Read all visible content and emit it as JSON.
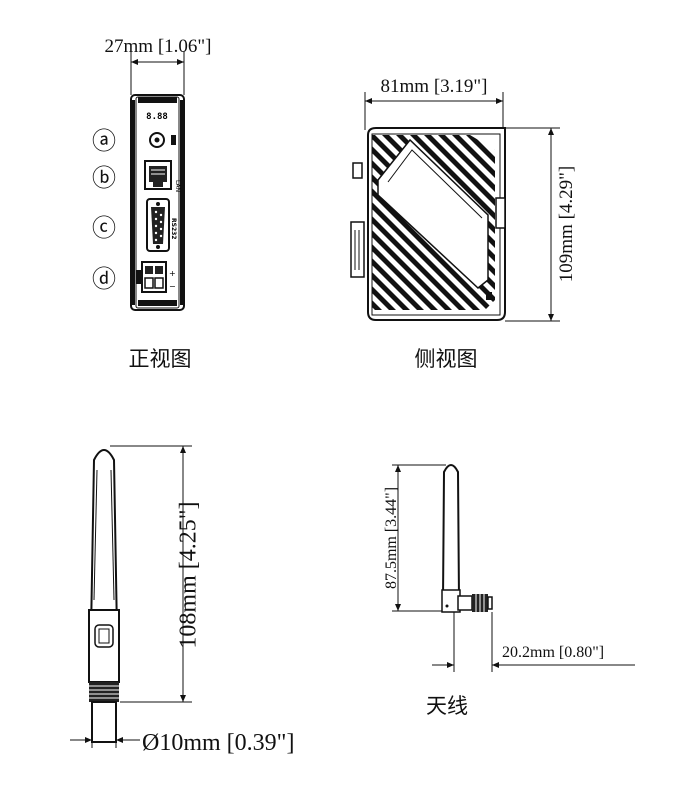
{
  "front_view": {
    "width_dim": "27mm [1.06\"]",
    "caption": "正视图",
    "callouts": [
      "ⓐ",
      "ⓑ",
      "ⓒ",
      "ⓓ"
    ],
    "top_label": "8.88"
  },
  "side_view": {
    "width_dim": "81mm [3.19\"]",
    "height_dim": "109mm [4.29\"]",
    "caption": "侧视图"
  },
  "antenna_straight": {
    "length_dim": "108mm [4.25\"]",
    "diameter_dim": "Ø10mm [0.39\"]"
  },
  "antenna_angled": {
    "height_dim": "87.5mm [3.44\"]",
    "width_dim": "20.2mm [0.80\"]",
    "caption": "天线"
  },
  "icons": [
    "rj45-port-icon",
    "db9-serial-port-icon",
    "terminal-block-icon",
    "led-icon"
  ]
}
